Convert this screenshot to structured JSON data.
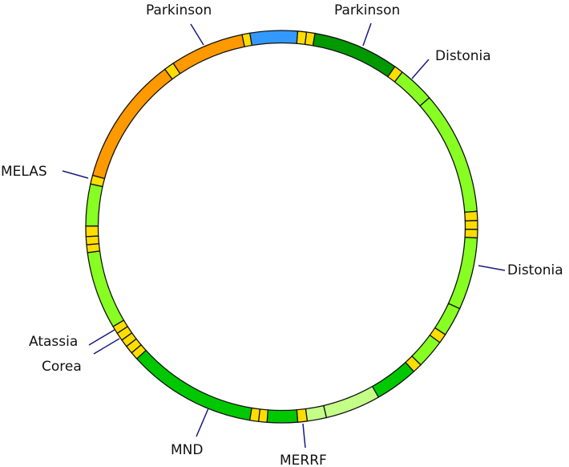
{
  "colors": {
    "orange": "#ff9900",
    "blue": "#3399ff",
    "darkgreen": "#009900",
    "lightgreen": "#88ff22",
    "yellow": "#ffdd00",
    "green": "#00c800",
    "palegreen": "#c4ff88",
    "leader": "#1a1a80",
    "outline": "#111111"
  },
  "labels": {
    "parkinson_left": "Parkinson",
    "parkinson_right": "Parkinson",
    "distonia_top": "Distonia",
    "melas": "MELAS",
    "distonia_right": "Distonia",
    "atassia": "Atassia",
    "corea": "Corea",
    "mnd": "MND",
    "merrf": "MERRF"
  }
}
